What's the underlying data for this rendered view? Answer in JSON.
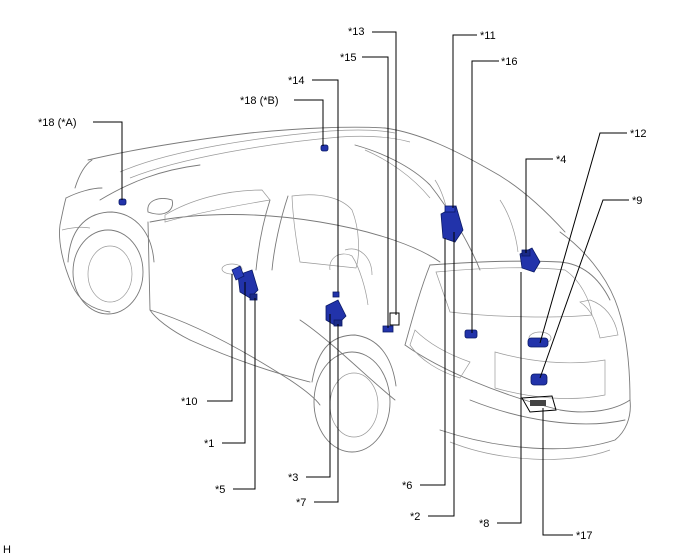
{
  "figure_code": "H",
  "part_color": "#2233aa",
  "part_dark": "#0a1a66",
  "line_color": "#000000",
  "callouts": [
    {
      "id": "c1",
      "label": "*1"
    },
    {
      "id": "c2",
      "label": "*2"
    },
    {
      "id": "c3",
      "label": "*3"
    },
    {
      "id": "c4",
      "label": "*4"
    },
    {
      "id": "c5",
      "label": "*5"
    },
    {
      "id": "c6",
      "label": "*6"
    },
    {
      "id": "c7",
      "label": "*7"
    },
    {
      "id": "c8",
      "label": "*8"
    },
    {
      "id": "c9",
      "label": "*9"
    },
    {
      "id": "c10",
      "label": "*10"
    },
    {
      "id": "c11",
      "label": "*11"
    },
    {
      "id": "c12",
      "label": "*12"
    },
    {
      "id": "c13",
      "label": "*13"
    },
    {
      "id": "c14",
      "label": "*14"
    },
    {
      "id": "c15",
      "label": "*15"
    },
    {
      "id": "c16",
      "label": "*16"
    },
    {
      "id": "c17",
      "label": "*17"
    },
    {
      "id": "c18a",
      "label": "*18 (*A)"
    },
    {
      "id": "c18b",
      "label": "*18 (*B)"
    }
  ]
}
